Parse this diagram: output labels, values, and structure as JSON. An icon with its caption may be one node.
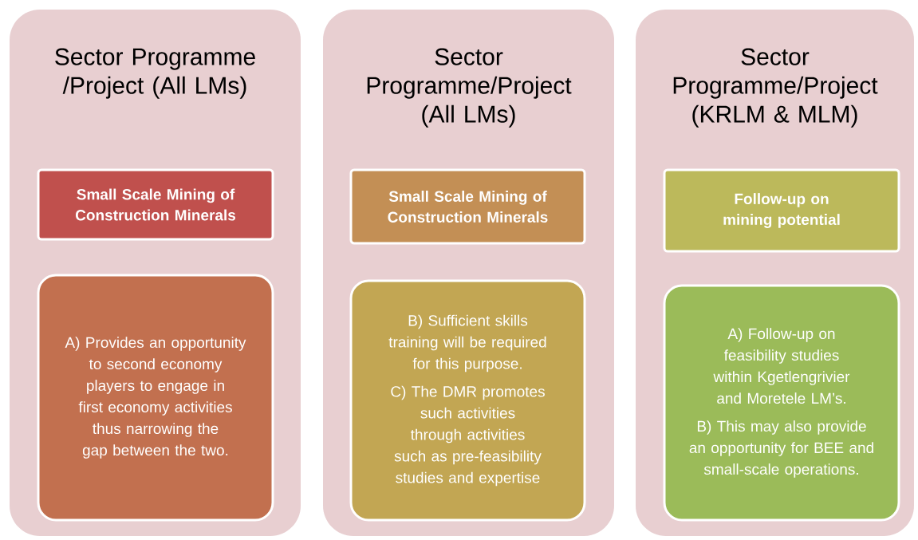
{
  "diagram": {
    "nodes": [
      {
        "text": [
          "Sector Programme /Project (All LMs)"
        ]
      },
      {
        "text": [
          "Small Scale Mining of Construction Minerals"
        ],
        "in": 0
      },
      {
        "text": [
          "A) Provides an opportunity to second economy players to engage in first economy activities thus narrowing the gap between the two."
        ],
        "in": 0
      },
      {
        "text": [
          "Sector Programme/Project (All LMs)"
        ]
      },
      {
        "text": [
          "Small Scale Mining of Construction Minerals"
        ],
        "in": 3
      },
      {
        "text": [
          "B) Sufficient skills training will be required for this purpose.",
          "C) The DMR promotes such activities through activities such as pre-feasibility studies and expertise"
        ],
        "in": 3
      },
      {
        "text": [
          "Sector Programme/Project (KRLM & MLM)"
        ]
      },
      {
        "text": [
          "Follow-up on mining potential"
        ],
        "in": 6
      },
      {
        "text": [
          "A) Follow-up on feasibility studies within Kgetlengrivier and Moretele LM’s.",
          "B) This may also provide an opportunity for BEE and small-scale operations."
        ],
        "in": 6
      }
    ]
  }
}
